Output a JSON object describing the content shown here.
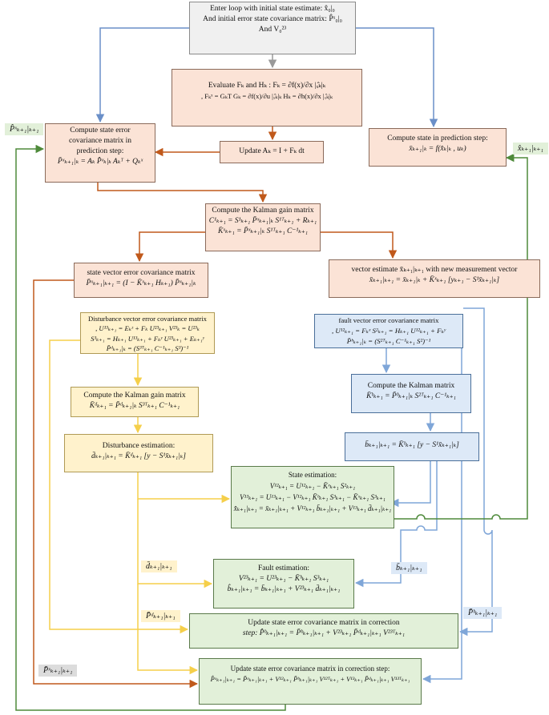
{
  "boxes": {
    "init": {
      "lines": [
        "Enter loop with initial state estimate: x̂₀|₀",
        "And initial error state covariance matrix: P̂ˣ₀|₀",
        "And V₀²³"
      ]
    },
    "evaluate": {
      "lines": [
        "Evaluate Fₖ and Hₖ : Fₖ = ∂f(x)/∂x |ₓ̂ₖ|ₖ",
        ", Fₖˣ = GₖT  Gₖ = ∂f(x)/∂u |ₓ̂ₖ|ₖ  Hₖ = ∂h(x)/∂x |ₓ̂ₖ|ₖ"
      ]
    },
    "cov_pred": {
      "lines": [
        "Compute state error",
        "covariance matrix in",
        "prediction step:",
        "P̄ˣₖ₊₁|ₖ = Aₖ P̂ˣₖ|ₖ Aₖᵀ + Qₖˣ"
      ]
    },
    "update_a": {
      "lines": [
        "Update Aₖ = I + Fₖ dt"
      ]
    },
    "state_pred": {
      "lines": [
        "Compute state in prediction step:",
        "x̄ₖ₊₁|ₖ = f(x̂ₖ|ₖ , uₖ)"
      ]
    },
    "kalman_gain": {
      "lines": [
        "Compute the Kalman gain matrix",
        "C¹ₖ₊₁ = S¹ₖ₊₁ P̄ˣₖ₊₁|ₖ S¹ᵀₖ₊₁ + Rₖ₊₁",
        "K̄ˣₖ₊₁ = P̄ˣₖ₊₁|ₖ S¹ᵀₖ₊₁ C⁻¹ₖ₊₁"
      ]
    },
    "state_vec_cov": {
      "lines": [
        "state vector error covariance matrix",
        "P̄ˣₖ₊₁|ₖ₊₁ = (I − K̄ˣₖ₊₁ Hₖ₊₁) P̄ˣₖ₊₁|ₖ"
      ]
    },
    "vec_estimate": {
      "lines": [
        "vector estimate x̄ₖ₊₁|ₖ₊₁ with new measurement vector",
        "x̄ₖ₊₁|ₖ₊₁ = x̄ₖ₊₁|ₖ + K̄ˣₖ₊₁ [yₖ₊₁ − S¹x̄ₖ₊₁|ₖ]"
      ]
    },
    "dist_cov": {
      "lines": [
        "Disturbance vector error covariance matrix",
        ", U¹³ₖ₊₁ = Eₖᶻ + Fₖ U²³ₖ₊₁  V²³ₖ = U²³ₖ",
        "S³ₖ₊₁ = Hₖ₊₁ U¹³ₖ₊₁ + Fₖʸ U²³ₖ₊₁ + Eₖ₊₁ʸ",
        "P̄ᵈₖ₊₁|ₖ = (S³ᵀₖ₊₁ C⁻¹ₖ₊₁ S³)⁻¹"
      ]
    },
    "fault_cov": {
      "lines": [
        "fault vector error covariance matrix",
        ", U¹²ₖ₊₁ = Fₖˣ S²ₖ₊₁ = Hₖ₊₁ U¹²ₖ₊₁ + Fₖʸ",
        "P̄ᵇₖ₊₁|ₖ = (S²ᵀₖ₊₁ C⁻¹ₖ₊₁ S²)⁻¹"
      ]
    },
    "dist_gain": {
      "lines": [
        "Compute the Kalman gain matrix",
        "K̄ᵈₖ₊₁ = P̄ᵈₖ₊₁|ₖ S³ᵀₖ₊₁ C⁻¹ₖ₊₁"
      ]
    },
    "fault_gain": {
      "lines": [
        "Compute the Kalman matrix",
        "K̄ᵇₖ₊₁ = P̄ᵇₖ₊₁|ₖ S²ᵀₖ₊₁ C⁻¹ₖ₊₁"
      ]
    },
    "dist_est": {
      "lines": [
        "Disturbance estimation:",
        "d̄ₖ₊₁|ₖ₊₁ = K̄ᵈₖ₊₁ [y − S¹x̄ₖ₊₁|ₖ]"
      ]
    },
    "fault_est_b": {
      "lines": [
        "b̄ₖ₊₁|ₖ₊₁ = K̄ᵇₖ₊₁ [y − S¹x̄ₖ₊₁|ₖ]"
      ]
    },
    "state_est": {
      "lines": [
        "State estimation:",
        "V¹²ₖ₊₁ = U¹²ₖ₊₁ − K̄ˣₖ₊₁ S²ₖ₊₁",
        "V¹³ₖ₊₁ = U¹³ₖ₊₁ − V¹²ₖ₊₁ K̄ᵇₖ₊₁ S³ₖ₊₁ − K̄ˣₖ₊₁ S³ₖ₊₁",
        "x̂ₖ₊₁|ₖ₊₁ = x̄ₖ₊₁|ₖ₊₁ + V¹²ₖ₊₁ b̄ₖ₊₁|ₖ₊₁ + V¹³ₖ₊₁ d̄ₖ₊₁|ₖ₊₁"
      ]
    },
    "fault_est": {
      "lines": [
        "Fault estimation:",
        "V²³ₖ₊₁ = U²³ₖ₊₁ − K̄ᵇₖ₊₁ S³ₖ₊₁",
        "b̂ₖ₊₁|ₖ₊₁ = b̄ₖ₊₁|ₖ₊₁ + V²³ₖ₊₁ d̄ₖ₊₁|ₖ₊₁"
      ]
    },
    "upd_cov_b": {
      "lines": [
        "Update state error covariance matrix in correction",
        "step: P̂ᵇₖ₊₁|ₖ₊₁ = P̄ᵇₖ₊₁|ₖ₊₁ + V²³ₖ₊₁ P̄ᵈₖ₊₁|ₖ₊₁ V²³ᵀₖ₊₁"
      ]
    },
    "upd_cov_x": {
      "lines": [
        "Update state error covariance matrix in correction step:",
        "P̂ˣₖ₊₁|ₖ₊₁ = P̄ˣₖ₊₁|ₖ₊₁ + V¹²ₖ₊₁ P̄ᵇₖ₊₁|ₖ₊₁ V¹²ᵀₖ₊₁ + V¹³ₖ₊₁ P̄ᵈₖ₊₁|ₖ₊₁ V¹³ᵀₖ₊₁"
      ]
    }
  },
  "tags": {
    "p_hat": "P̂ˣₖ₊₁|ₖ₊₁",
    "x_hat": "x̂ₖ₊₁|ₖ₊₁",
    "d_bar": "d̄ₖ₊₁|ₖ₊₁",
    "b_bar": "b̄ₖ₊₁|ₖ₊₁",
    "p_d": "P̄ᵈₖ₊₁|ₖ₊₁",
    "p_b": "P̄ᵇₖ₊₁|ₖ₊₁",
    "p_x": "P̄ˣₖ₊₁|ₖ₊₁"
  },
  "colors": {
    "gray_flow": "#999999",
    "blue_flow": "#6a8fc8",
    "orange_flow": "#c0591b",
    "yellow_flow": "#f5cf4a",
    "blue_light_flow": "#7fa6d8",
    "green_flow": "#4e8a3a"
  }
}
